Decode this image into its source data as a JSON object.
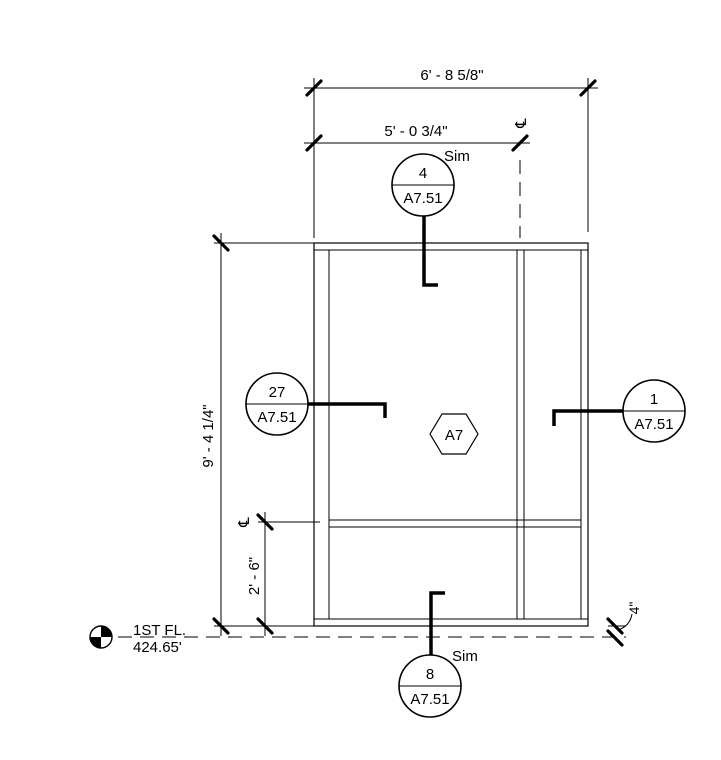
{
  "dimensions": {
    "overall_width": "6' - 8 5/8\"",
    "partial_width": "5' - 0 3/4\"",
    "overall_height": "9' - 4 1/4\"",
    "lower_height": "2' - 6\"",
    "offset": "4\""
  },
  "centerline_symbol": "℄",
  "sections": {
    "top": {
      "number": "4",
      "sheet": "A7.51",
      "note": "Sim"
    },
    "left": {
      "number": "27",
      "sheet": "A7.51"
    },
    "right": {
      "number": "1",
      "sheet": "A7.51"
    },
    "bottom": {
      "number": "8",
      "sheet": "A7.51",
      "note": "Sim"
    }
  },
  "tag": {
    "label": "A7"
  },
  "level": {
    "name": "1ST FL.",
    "elevation": "424.65'"
  }
}
